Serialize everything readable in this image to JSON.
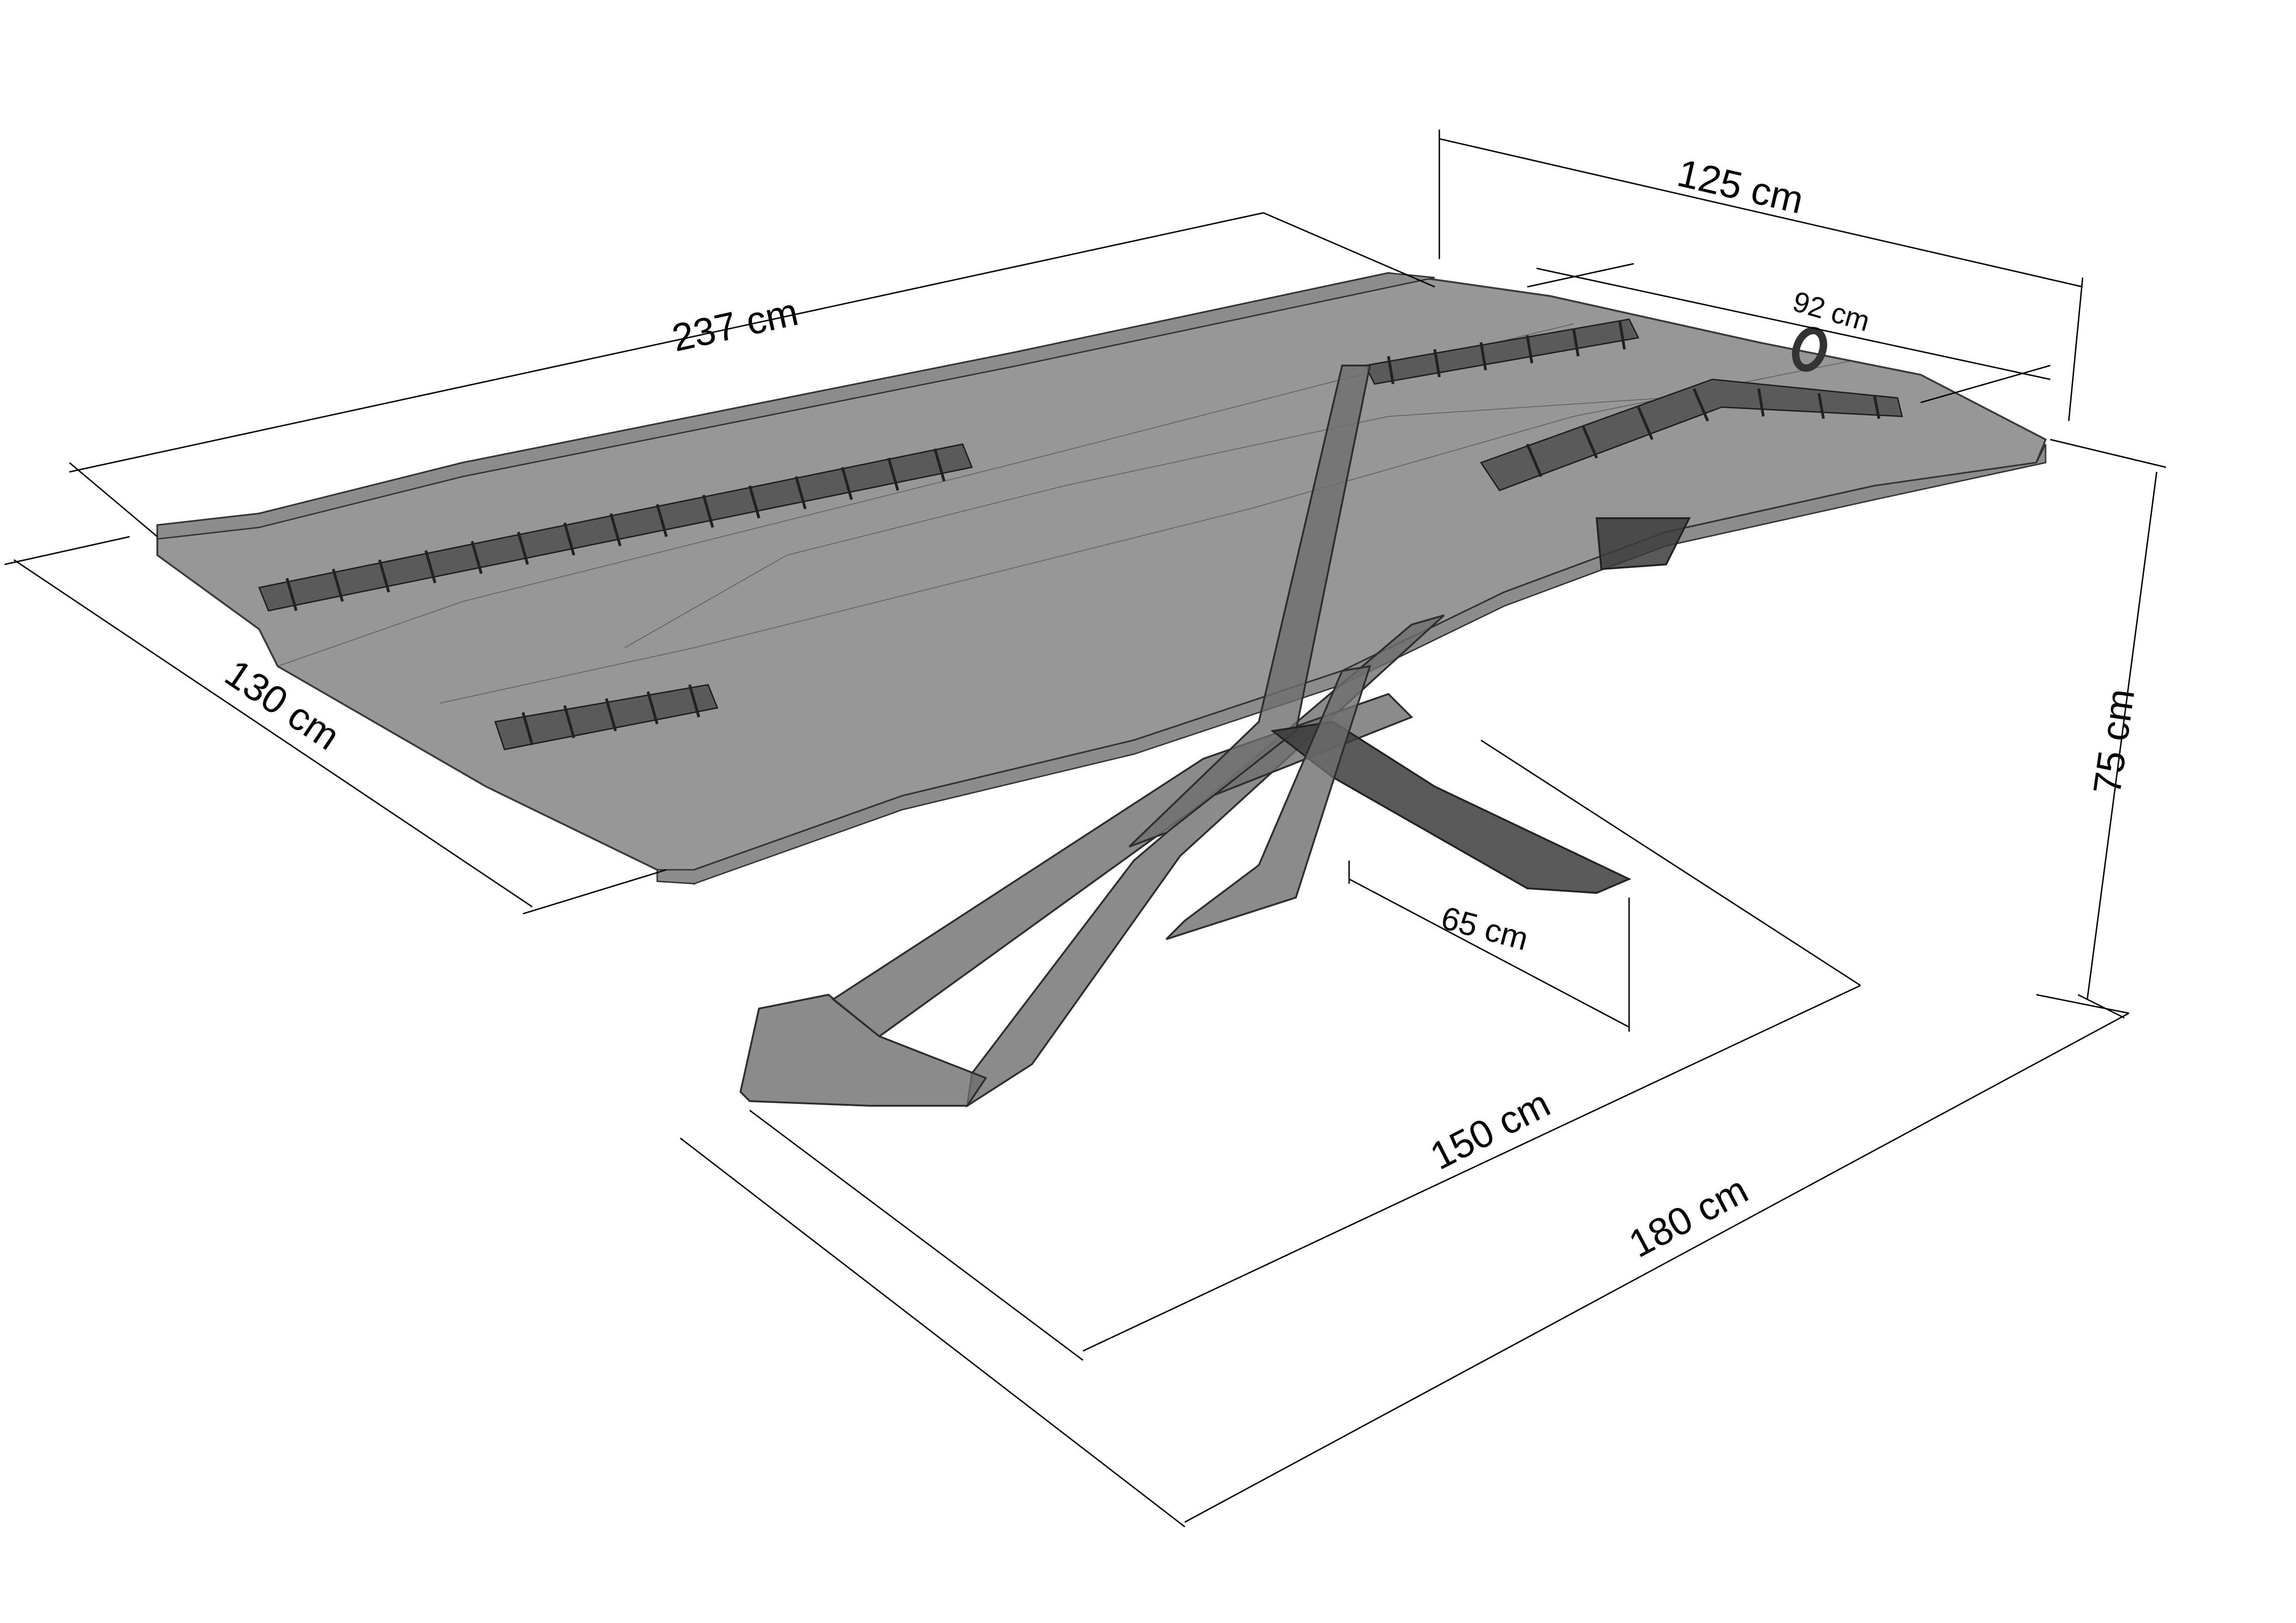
{
  "drawing": {
    "subject": "Table with epoxy top, embedded rail tracks and crossed metal legs",
    "colors": {
      "background": "#ffffff",
      "table_top": "#7a7a7a",
      "legs": "#6e6e6e",
      "dimension_lines": "#000000"
    }
  },
  "dimensions": {
    "length_top": "237 cm",
    "width_top": "125 cm",
    "inner_width": "92 cm",
    "side_depth": "130 cm",
    "height": "75 cm",
    "leg_span_small": "65 cm",
    "base_span": "150 cm",
    "base_length": "180 cm"
  }
}
